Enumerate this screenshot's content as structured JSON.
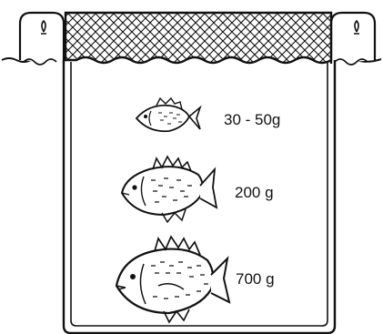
{
  "diagram": {
    "title": "",
    "fish_sizes": [
      {
        "weight_label": "30 - 50g",
        "size_rank": "small"
      },
      {
        "weight_label": "200 g",
        "size_rank": "medium"
      },
      {
        "weight_label": "700 g",
        "size_rank": "large"
      }
    ]
  },
  "colors": {
    "ink": "#111111",
    "background": "#ffffff"
  }
}
